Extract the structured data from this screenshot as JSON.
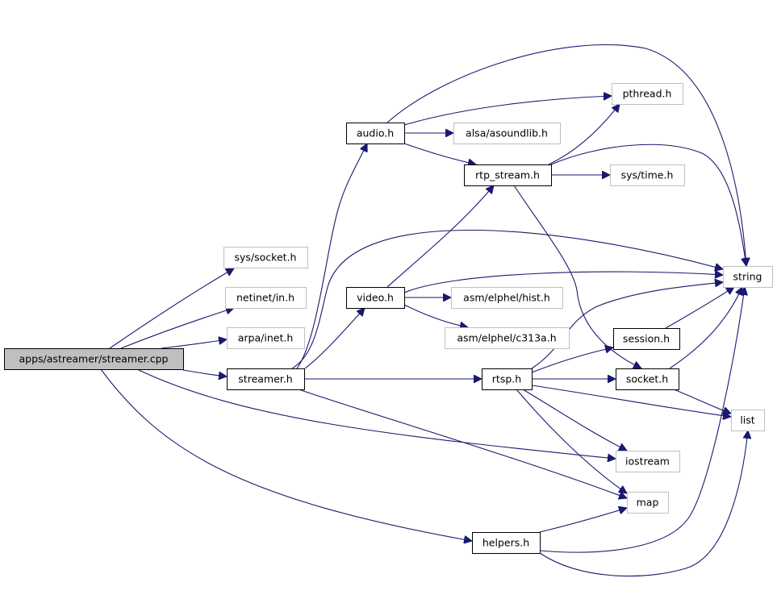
{
  "diagram": {
    "nodes": {
      "streamer_cpp": {
        "label": "apps/astreamer/streamer.cpp",
        "style": "root"
      },
      "sys_socket_h": {
        "label": "sys/socket.h",
        "style": "external"
      },
      "netinet_in_h": {
        "label": "netinet/in.h",
        "style": "external"
      },
      "arpa_inet_h": {
        "label": "arpa/inet.h",
        "style": "external"
      },
      "streamer_h": {
        "label": "streamer.h",
        "style": "local"
      },
      "audio_h": {
        "label": "audio.h",
        "style": "local"
      },
      "video_h": {
        "label": "video.h",
        "style": "local"
      },
      "rtp_stream_h": {
        "label": "rtp_stream.h",
        "style": "local"
      },
      "rtsp_h": {
        "label": "rtsp.h",
        "style": "local"
      },
      "session_h": {
        "label": "session.h",
        "style": "local"
      },
      "socket_h": {
        "label": "socket.h",
        "style": "local"
      },
      "helpers_h": {
        "label": "helpers.h",
        "style": "local"
      },
      "pthread_h": {
        "label": "pthread.h",
        "style": "external"
      },
      "alsa_asoundlib_h": {
        "label": "alsa/asoundlib.h",
        "style": "external"
      },
      "sys_time_h": {
        "label": "sys/time.h",
        "style": "external"
      },
      "asm_elphel_hist_h": {
        "label": "asm/elphel/hist.h",
        "style": "external"
      },
      "asm_elphel_c313a_h": {
        "label": "asm/elphel/c313a.h",
        "style": "external"
      },
      "string": {
        "label": "string",
        "style": "external"
      },
      "list": {
        "label": "list",
        "style": "external"
      },
      "iostream": {
        "label": "iostream",
        "style": "external"
      },
      "map": {
        "label": "map",
        "style": "external"
      }
    },
    "edges": [
      {
        "from": "streamer_cpp",
        "to": "sys_socket_h"
      },
      {
        "from": "streamer_cpp",
        "to": "netinet_in_h"
      },
      {
        "from": "streamer_cpp",
        "to": "arpa_inet_h"
      },
      {
        "from": "streamer_cpp",
        "to": "streamer_h"
      },
      {
        "from": "streamer_cpp",
        "to": "iostream"
      },
      {
        "from": "streamer_cpp",
        "to": "helpers_h"
      },
      {
        "from": "streamer_h",
        "to": "audio_h"
      },
      {
        "from": "streamer_h",
        "to": "video_h"
      },
      {
        "from": "streamer_h",
        "to": "string"
      },
      {
        "from": "streamer_h",
        "to": "rtsp_h"
      },
      {
        "from": "streamer_h",
        "to": "map"
      },
      {
        "from": "audio_h",
        "to": "pthread_h"
      },
      {
        "from": "audio_h",
        "to": "alsa_asoundlib_h"
      },
      {
        "from": "audio_h",
        "to": "rtp_stream_h"
      },
      {
        "from": "audio_h",
        "to": "string"
      },
      {
        "from": "video_h",
        "to": "rtp_stream_h"
      },
      {
        "from": "video_h",
        "to": "string"
      },
      {
        "from": "video_h",
        "to": "asm_elphel_hist_h"
      },
      {
        "from": "video_h",
        "to": "asm_elphel_c313a_h"
      },
      {
        "from": "rtp_stream_h",
        "to": "pthread_h"
      },
      {
        "from": "rtp_stream_h",
        "to": "string"
      },
      {
        "from": "rtp_stream_h",
        "to": "sys_time_h"
      },
      {
        "from": "rtp_stream_h",
        "to": "socket_h"
      },
      {
        "from": "rtsp_h",
        "to": "string"
      },
      {
        "from": "rtsp_h",
        "to": "session_h"
      },
      {
        "from": "rtsp_h",
        "to": "socket_h"
      },
      {
        "from": "rtsp_h",
        "to": "list"
      },
      {
        "from": "rtsp_h",
        "to": "iostream"
      },
      {
        "from": "rtsp_h",
        "to": "map"
      },
      {
        "from": "session_h",
        "to": "string"
      },
      {
        "from": "socket_h",
        "to": "string"
      },
      {
        "from": "socket_h",
        "to": "list"
      },
      {
        "from": "helpers_h",
        "to": "map"
      },
      {
        "from": "helpers_h",
        "to": "string"
      },
      {
        "from": "helpers_h",
        "to": "list"
      }
    ]
  }
}
